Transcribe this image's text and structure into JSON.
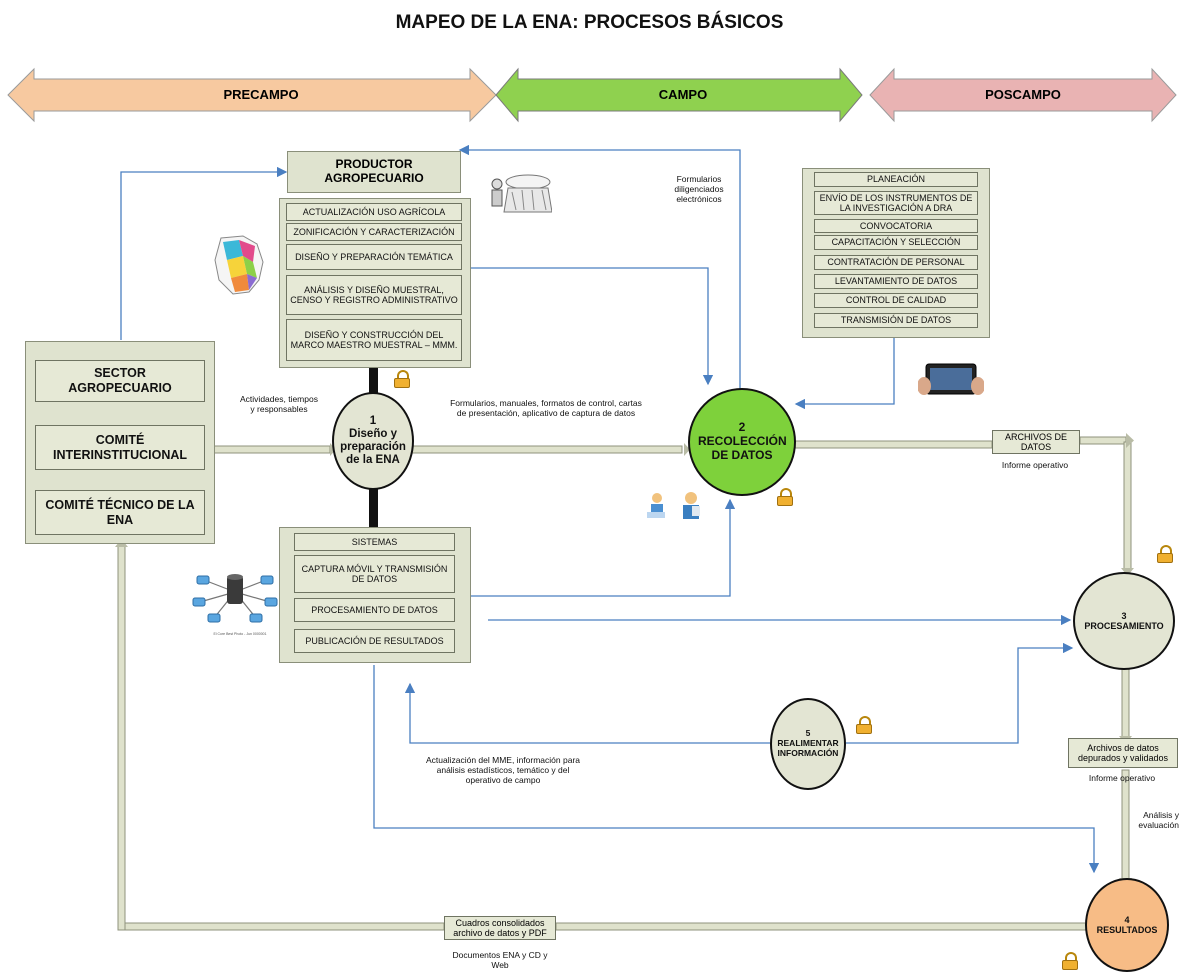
{
  "title": "MAPEO DE LA ENA: PROCESOS BÁSICOS",
  "phases": {
    "precampo": "PRECAMPO",
    "campo": "CAMPO",
    "poscampo": "POSCAMPO"
  },
  "colors": {
    "precampo": "#f7c9a0",
    "campo": "#8fd14f",
    "poscampo": "#e9b3b3",
    "box": "#dfe3cf",
    "connector": "#4a7fc1",
    "pipe": "#d9dcc6",
    "c1": "#e3e5d3",
    "c2": "#7ed13b",
    "c3": "#e3e5d3",
    "c4": "#f7bc86",
    "c5": "#e3e5d3"
  },
  "productor": {
    "line1": "PRODUCTOR",
    "line2": "AGROPECUARIO"
  },
  "precampo_items": [
    "ACTUALIZACIÓN USO AGRÍCOLA",
    "ZONIFICACIÓN Y CARACTERIZACIÓN",
    "DISEÑO Y PREPARACIÓN TEMÁTICA",
    "ANÁLISIS Y  DISEÑO MUESTRAL, CENSO Y REGISTRO ADMINISTRATIVO",
    "DISEÑO Y CONSTRUCCIÓN DEL MARCO MAESTRO MUESTRAL – MMM."
  ],
  "sistemas_items": [
    "SISTEMAS",
    "CAPTURA MÓVIL Y TRANSMISIÓN DE DATOS",
    "PROCESAMIENTO DE DATOS",
    "PUBLICACIÓN DE RESULTADOS"
  ],
  "campo_items": [
    "PLANEACIÓN",
    "ENVÍO DE LOS INSTRUMENTOS DE LA INVESTIGACIÓN A DRA",
    "CONVOCATORIA",
    "CAPACITACIÓN Y SELECCIÓN",
    "CONTRATACIÓN DE PERSONAL",
    "LEVANTAMIENTO DE DATOS",
    "CONTROL DE CALIDAD",
    "TRANSMISIÓN DE DATOS"
  ],
  "sector_items": [
    "SECTOR AGROPECUARIO",
    "COMITÉ INTERINSTITUCIONAL",
    "COMITÉ TÉCNICO DE LA ENA"
  ],
  "circles": {
    "c1": {
      "num": "1",
      "text": "Diseño y preparación de la ENA"
    },
    "c2": {
      "num": "2",
      "text": "RECOLECCIÓN DE DATOS"
    },
    "c3": {
      "num": "3",
      "text": "PROCESAMIENTO"
    },
    "c4": {
      "num": "4",
      "text": "RESULTADOS"
    },
    "c5": {
      "num": "5",
      "text": "REALIMENTAR INFORMACIÓN"
    }
  },
  "labels": {
    "formularios_electronicos": "Formularios diligenciados electrónicos",
    "actividades": "Actividades, tiempos y responsables",
    "formularios_manuales": "Formularios, manuales, formatos de control, cartas de presentación, aplicativo de captura de datos",
    "archivos_datos": "ARCHIVOS DE DATOS",
    "informe_operativo_1": "Informe operativo",
    "archivos_depurados": "Archivos de datos depurados y validados",
    "informe_operativo_2": "Informe operativo",
    "analisis": "Análisis y evaluación",
    "actualizacion_mme": "Actualización del MME, información para análisis estadísticos, temático y del operativo de campo",
    "cuadros": "Cuadros consolidados archivo de datos y PDF",
    "documentos": "Documentos ENA y CD y Web",
    "server_caption": "El Core Best Photo - Jun 0000001"
  }
}
